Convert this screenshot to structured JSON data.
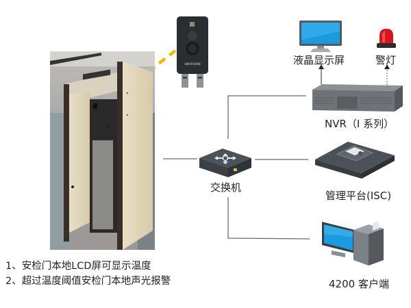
{
  "diagram": {
    "nodes": {
      "gate": {
        "name": "security-gate-photo"
      },
      "camera": {
        "name": "thermal-camera",
        "brand": "HIKVISION"
      },
      "lcd": {
        "label": "液晶显示屏"
      },
      "alarm": {
        "label": "警灯"
      },
      "nvr": {
        "label": "NVR（I 系列）"
      },
      "switch": {
        "label": "交换机"
      },
      "isc": {
        "label": "管理平台(ISC)"
      },
      "client": {
        "label": "4200 客户端"
      }
    },
    "notes": [
      "1、安检门本地LCD屏可显示温度",
      "2、超过温度阈值安检门本地声光报警"
    ],
    "edges": [
      {
        "from": "camera",
        "to": "gate",
        "style": "dashed-yellow"
      },
      {
        "from": "gate",
        "to": "switch",
        "style": "solid"
      },
      {
        "from": "switch",
        "to": "nvr",
        "style": "solid"
      },
      {
        "from": "switch",
        "to": "isc",
        "style": "solid"
      },
      {
        "from": "switch",
        "to": "client",
        "style": "solid"
      },
      {
        "from": "nvr",
        "to": "lcd",
        "style": "arrow"
      },
      {
        "from": "nvr",
        "to": "alarm",
        "style": "dotted-arrow"
      }
    ],
    "colors": {
      "accent_yellow": "#f5b800",
      "screen_blue": "#1a9be0",
      "alarm_red": "#d8141c",
      "device_dark": "#3a3f45",
      "line_gray": "#6a6a6a"
    }
  }
}
